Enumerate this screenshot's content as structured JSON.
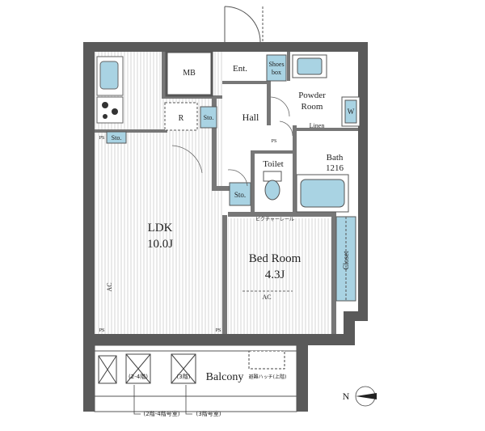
{
  "rooms": {
    "ldk_name": "LDK",
    "ldk_size": "10.0J",
    "bedroom_name": "Bed Room",
    "bedroom_size": "4.3J",
    "hall": "Hall",
    "entrance": "Ent.",
    "powder_room_line1": "Powder",
    "powder_room_line2": "Room",
    "bath_name": "Bath",
    "bath_size": "1216",
    "toilet": "Toilet",
    "balcony": "Balcony",
    "mb": "MB"
  },
  "fixtures": {
    "shoes_box_line1": "Shoes",
    "shoes_box_line2": "box",
    "storage": "Sto.",
    "refrigerator": "R",
    "washer": "W",
    "linen": "Linen",
    "closet": "Closet",
    "ac": "AC",
    "ps": "PS",
    "curtain_rail": "ピクチャーレール",
    "balcony_note_1": "(2-4階)",
    "balcony_note_2": "(3階)",
    "balcony_label_1": "(2階-4階号室)",
    "balcony_label_2": "(3階号室)",
    "evacuation_note": "避難ハッチ(上階)",
    "compass": "N"
  },
  "colors": {
    "wall": "#5a5a5a",
    "balcony_wall": "#6a6a6a",
    "fixture_blue": "#a9d3e3",
    "floor_line": "#d2d2d2"
  }
}
